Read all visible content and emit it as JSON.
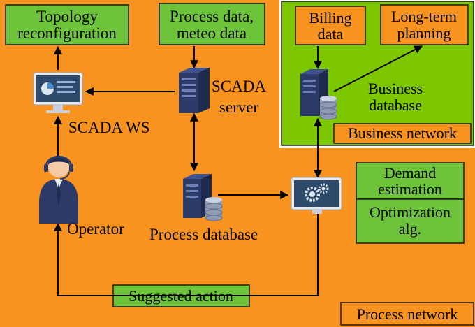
{
  "colors": {
    "process_network_bg": "#F7931E",
    "business_network_bg": "#7DC700",
    "label_box_fill": "#6DC33A",
    "label_box_border": "#1a1a1a",
    "server_body": "#2B3A67",
    "monitor_screen": "#2E4A6B",
    "monitor_frame": "#E8ECF2",
    "database_disk": "#8F9BB3",
    "arrow": "#000000"
  },
  "process_network": {
    "title": "Process network"
  },
  "business_network": {
    "title": "Business network"
  },
  "boxes": {
    "topology": [
      "Topology",
      "reconfiguration"
    ],
    "process_data": [
      "Process data,",
      "meteo data"
    ],
    "billing": [
      "Billing",
      "data"
    ],
    "long_term": [
      "Long-term",
      "planning"
    ],
    "demand": [
      "Demand",
      "estimation"
    ],
    "optimization": [
      "Optimization",
      "alg."
    ],
    "suggested_action": "Suggested action"
  },
  "nodes": {
    "scada_ws": {
      "label": "SCADA WS",
      "icon": "monitor-dashboard-icon"
    },
    "scada_server": {
      "label": [
        "SCADA",
        "server"
      ],
      "icon": "server-icon"
    },
    "operator": {
      "label": "Operator",
      "icon": "operator-headset-icon"
    },
    "process_database": {
      "label": "Process database",
      "icon": "server-database-icon"
    },
    "business_database": {
      "label": [
        "Business",
        "database"
      ],
      "icon": "server-database-icon"
    },
    "optimizer_ws": {
      "icon": "monitor-gears-icon"
    }
  }
}
